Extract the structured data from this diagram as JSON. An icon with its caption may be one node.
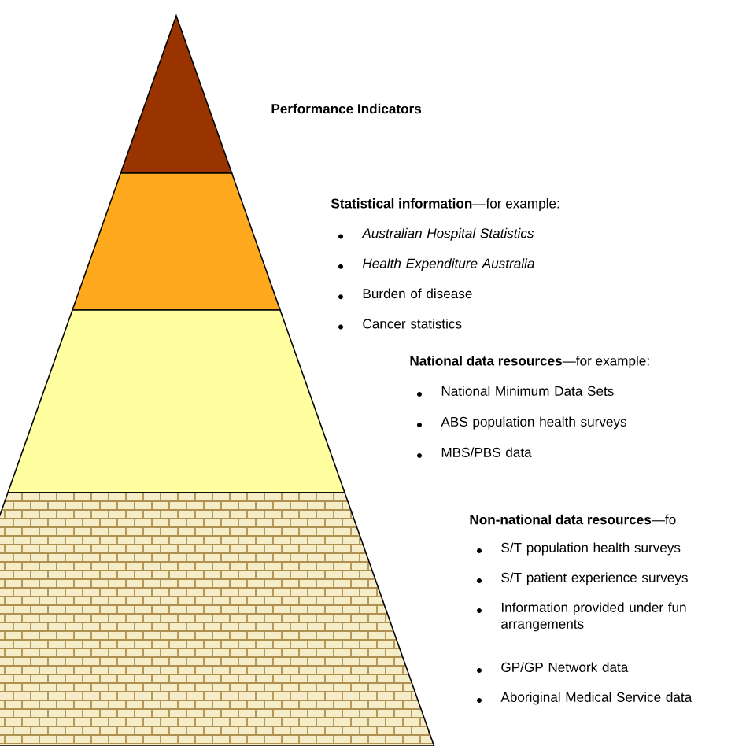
{
  "diagram": {
    "nodes": [
      {
        "text": [],
        "shape": "triangle",
        "beside": [
          "Performance Indicators"
        ]
      },
      {
        "text": [],
        "shape": "band",
        "beside": [
          "**Statistical information**—for example:",
          "*Australian Hospital Statistics*",
          "*Health Expenditure Australia*",
          "Burden of disease",
          "Cancer statistics"
        ]
      },
      {
        "text": [],
        "shape": "band",
        "beside": [
          "**National data resources**—for example:",
          "National Minimum Data Sets",
          "ABS population health surveys",
          "MBS/PBS data"
        ]
      },
      {
        "text": [],
        "shape": "band",
        "beside": [
          "**Non-national data resources**—fo",
          "S/T population health surveys",
          "S/T patient experience surveys",
          "Information provided under fun arrangements",
          "GP/GP Network data",
          "Aboriginal Medical Service data"
        ]
      }
    ]
  }
}
